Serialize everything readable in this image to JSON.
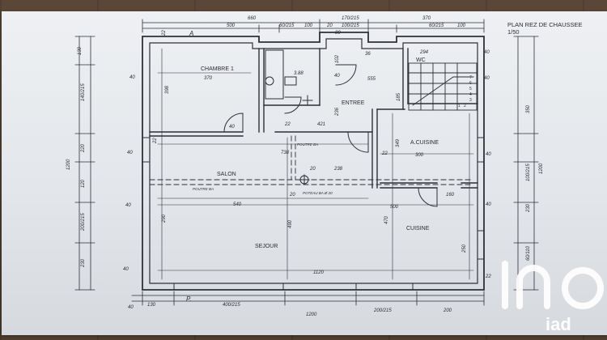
{
  "plan": {
    "title": "PLAN REZ DE CHAUSSEE",
    "scale": "1/50"
  },
  "rooms": {
    "chambre": "CHAMBRE 1",
    "entree": "ENTREE",
    "wc": "WC",
    "arriere_cuisine": "A.CUISINE",
    "salon": "SALON",
    "sejour": "SEJOUR",
    "cuisine": "CUISINE"
  },
  "notes": {
    "poutre_top": "POUTRE BA",
    "poutre_mid": "POUTRE BA",
    "poteau": "POTEAU BA Ø 20",
    "porte_mark": "P.",
    "top_mark": "A"
  },
  "dims": {
    "top_total": "660",
    "top_500": "500",
    "top_60_215": "60/215",
    "top_100": "100",
    "top_170_215": "170/215",
    "top_370": "370",
    "top_60_215b": "60/215",
    "top_100b": "100",
    "top_80": "80",
    "top_100_215": "100/215",
    "top_20": "20",
    "left_130": "130",
    "left_1200": "1200",
    "left_140_215": "140/215",
    "left_220": "220",
    "left_120": "120",
    "left_200_215": "200/215",
    "left_230": "230",
    "left_40a": "40",
    "left_40b": "40",
    "left_40c": "40",
    "left_40d": "40",
    "left_40e": "40",
    "int_22": "22",
    "int_370": "370",
    "int_398": "398",
    "int_102": "102",
    "int_40": "40",
    "int_555": "555",
    "int_36": "36",
    "int_294": "294",
    "int_3_88": "3.88",
    "int_236": "236",
    "int_421": "421",
    "int_185": "185",
    "int_738": "738",
    "int_20a": "20",
    "int_238": "238",
    "int_300": "300",
    "int_349": "349",
    "int_22b": "22",
    "int_160": "160",
    "int_540": "540",
    "int_500": "500",
    "int_470": "470",
    "int_20b": "20",
    "int_22c": "22",
    "int_22d": "22",
    "int_290": "290",
    "int_490": "490",
    "int_1120": "1120",
    "int_40f": "40",
    "int_22e": "22",
    "right_40a": "40",
    "right_40b": "40",
    "right_40c": "40",
    "right_40d": "40",
    "right_350": "350",
    "right_100_215": "100/215",
    "right_1200": "1200",
    "right_230": "230",
    "right_60_110": "60/110",
    "right_250": "250",
    "bot_130": "130",
    "bot_400_215": "400/215",
    "bot_1200": "1200",
    "bot_200_215": "200/215",
    "bot_200": "200",
    "steps": [
      "7",
      "6",
      "5",
      "4",
      "3",
      "2",
      "1"
    ]
  },
  "watermark": {
    "mark": "in",
    "sub": "iad"
  }
}
